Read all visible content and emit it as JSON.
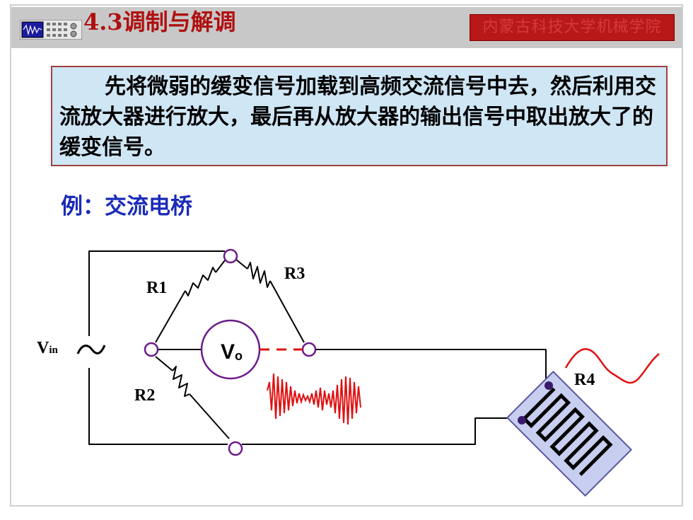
{
  "header": {
    "section_title": "4.3调制与解调",
    "school_name": "内蒙古科技大学机械学院"
  },
  "callout": {
    "text": "先将微弱的缓变信号加载到高频交流信号中去，然后利用交流放大器进行放大，最后再从放大器的输出信号中取出放大了的缓变信号。"
  },
  "example": {
    "heading": "例：交流电桥"
  },
  "circuit": {
    "labels": {
      "r1": "R1",
      "r2": "R2",
      "r3": "R3",
      "r4": "R4",
      "vin_main": "V",
      "vin_sub": "in",
      "vo_main": "V",
      "vo_sub": "o"
    },
    "colors": {
      "wire": "#000000",
      "node": "#6a1a8a",
      "signal": "#e01010",
      "gauge_fill": "#c8cef0",
      "gauge_trace": "#000000",
      "accent_dot": "#3a1a6a"
    },
    "icons": [
      "ac-source-icon",
      "voltmeter-icon",
      "strain-gauge-icon",
      "resistor-icon"
    ]
  }
}
